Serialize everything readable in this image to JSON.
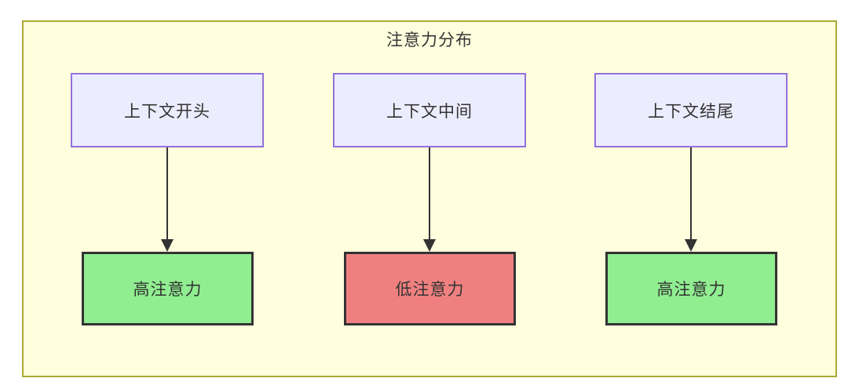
{
  "diagram": {
    "title": "注意力分布",
    "type": "flowchart",
    "columns": [
      {
        "source": "上下文开头",
        "result": "高注意力",
        "result_level": "high"
      },
      {
        "source": "上下文中间",
        "result": "低注意力",
        "result_level": "low"
      },
      {
        "source": "上下文结尾",
        "result": "高注意力",
        "result_level": "high"
      }
    ],
    "colors": {
      "cluster_background": "#ffffde",
      "cluster_border": "#aaaa33",
      "source_node_background": "#ECECFF",
      "source_node_border": "#9370DB",
      "high_attention_background": "#90EE90",
      "low_attention_background": "#F08080",
      "result_node_border": "#333333",
      "arrow": "#333333",
      "text": "#333333"
    }
  }
}
